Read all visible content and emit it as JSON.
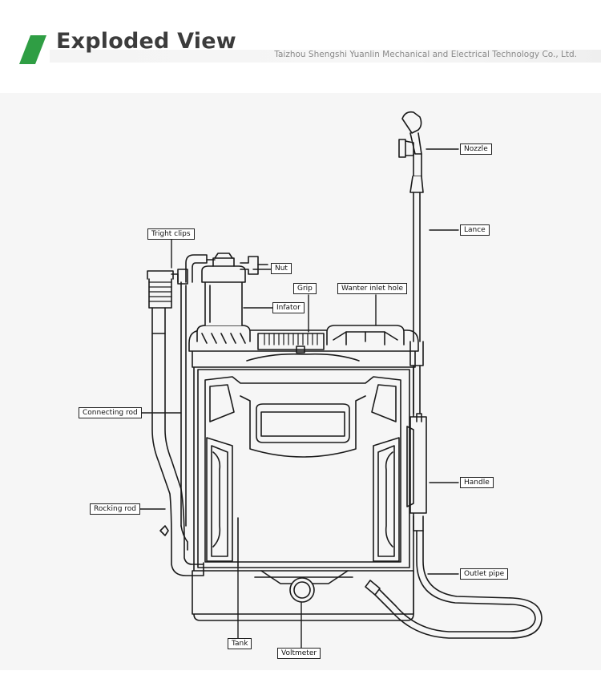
{
  "header": {
    "title": "Exploded View",
    "company": "Taizhou Shengshi Yuanlin Mechanical and Electrical Technology Co., Ltd.",
    "accent_color": "#2f9e44"
  },
  "labels": {
    "nozzle": "Nozzle",
    "lance": "Lance",
    "tright_clips": "Tright clips",
    "nut": "Nut",
    "grip": "Grip",
    "water_inlet": "Wanter inlet hole",
    "infator": "Infator",
    "connecting_rod": "Connecting rod",
    "handle": "Handle",
    "rocking_rod": "Rocking rod",
    "outlet_pipe": "Outlet pipe",
    "tank": "Tank",
    "voltmeter": "Voltmeter"
  }
}
